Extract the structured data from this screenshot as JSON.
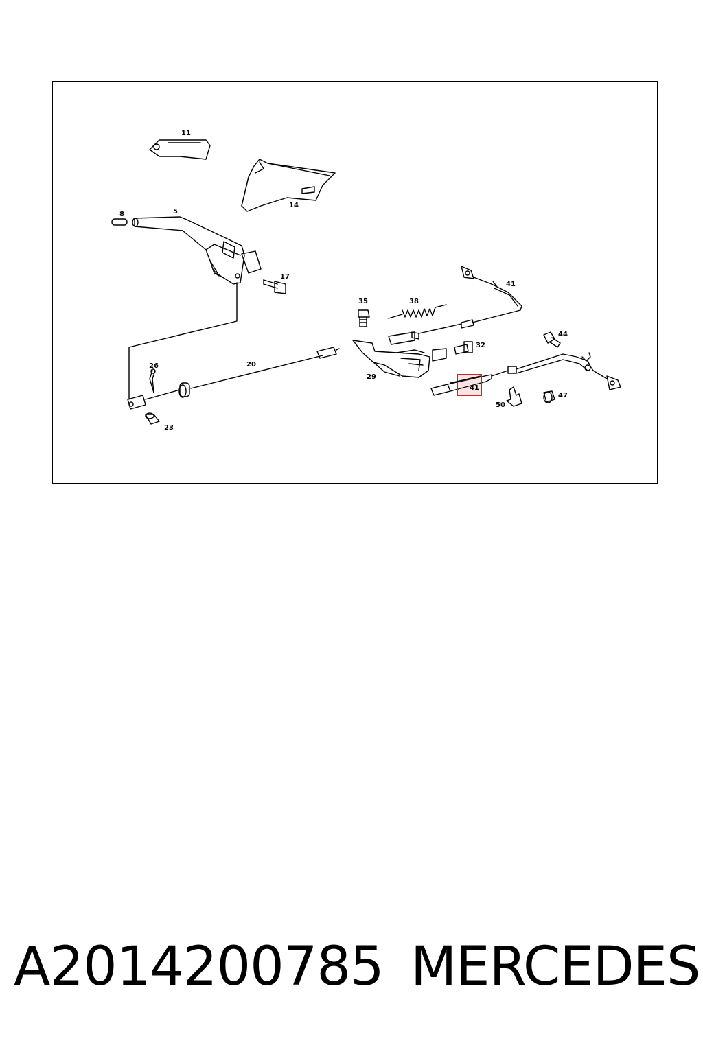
{
  "diagram": {
    "labels": {
      "l11": "11",
      "l14": "14",
      "l8": "8",
      "l5": "5",
      "l17": "17",
      "l41a": "41",
      "l35": "35",
      "l38": "38",
      "l44": "44",
      "l32": "32",
      "l20": "20",
      "l26": "26",
      "l29": "29",
      "l41b": "41",
      "l47": "47",
      "l50": "50",
      "l23": "23"
    },
    "highlight_color": "#e02020"
  },
  "caption": {
    "part_number": "A2014200785",
    "brand": "MERCEDES"
  }
}
